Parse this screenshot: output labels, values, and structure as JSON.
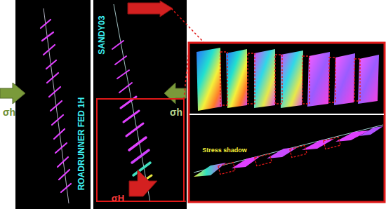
{
  "diagram": {
    "labels": [
      "ROADRUNNER FED 1H",
      "SANDY03",
      "σh",
      "σh",
      "σH",
      "Stress shadow"
    ]
  }
}
